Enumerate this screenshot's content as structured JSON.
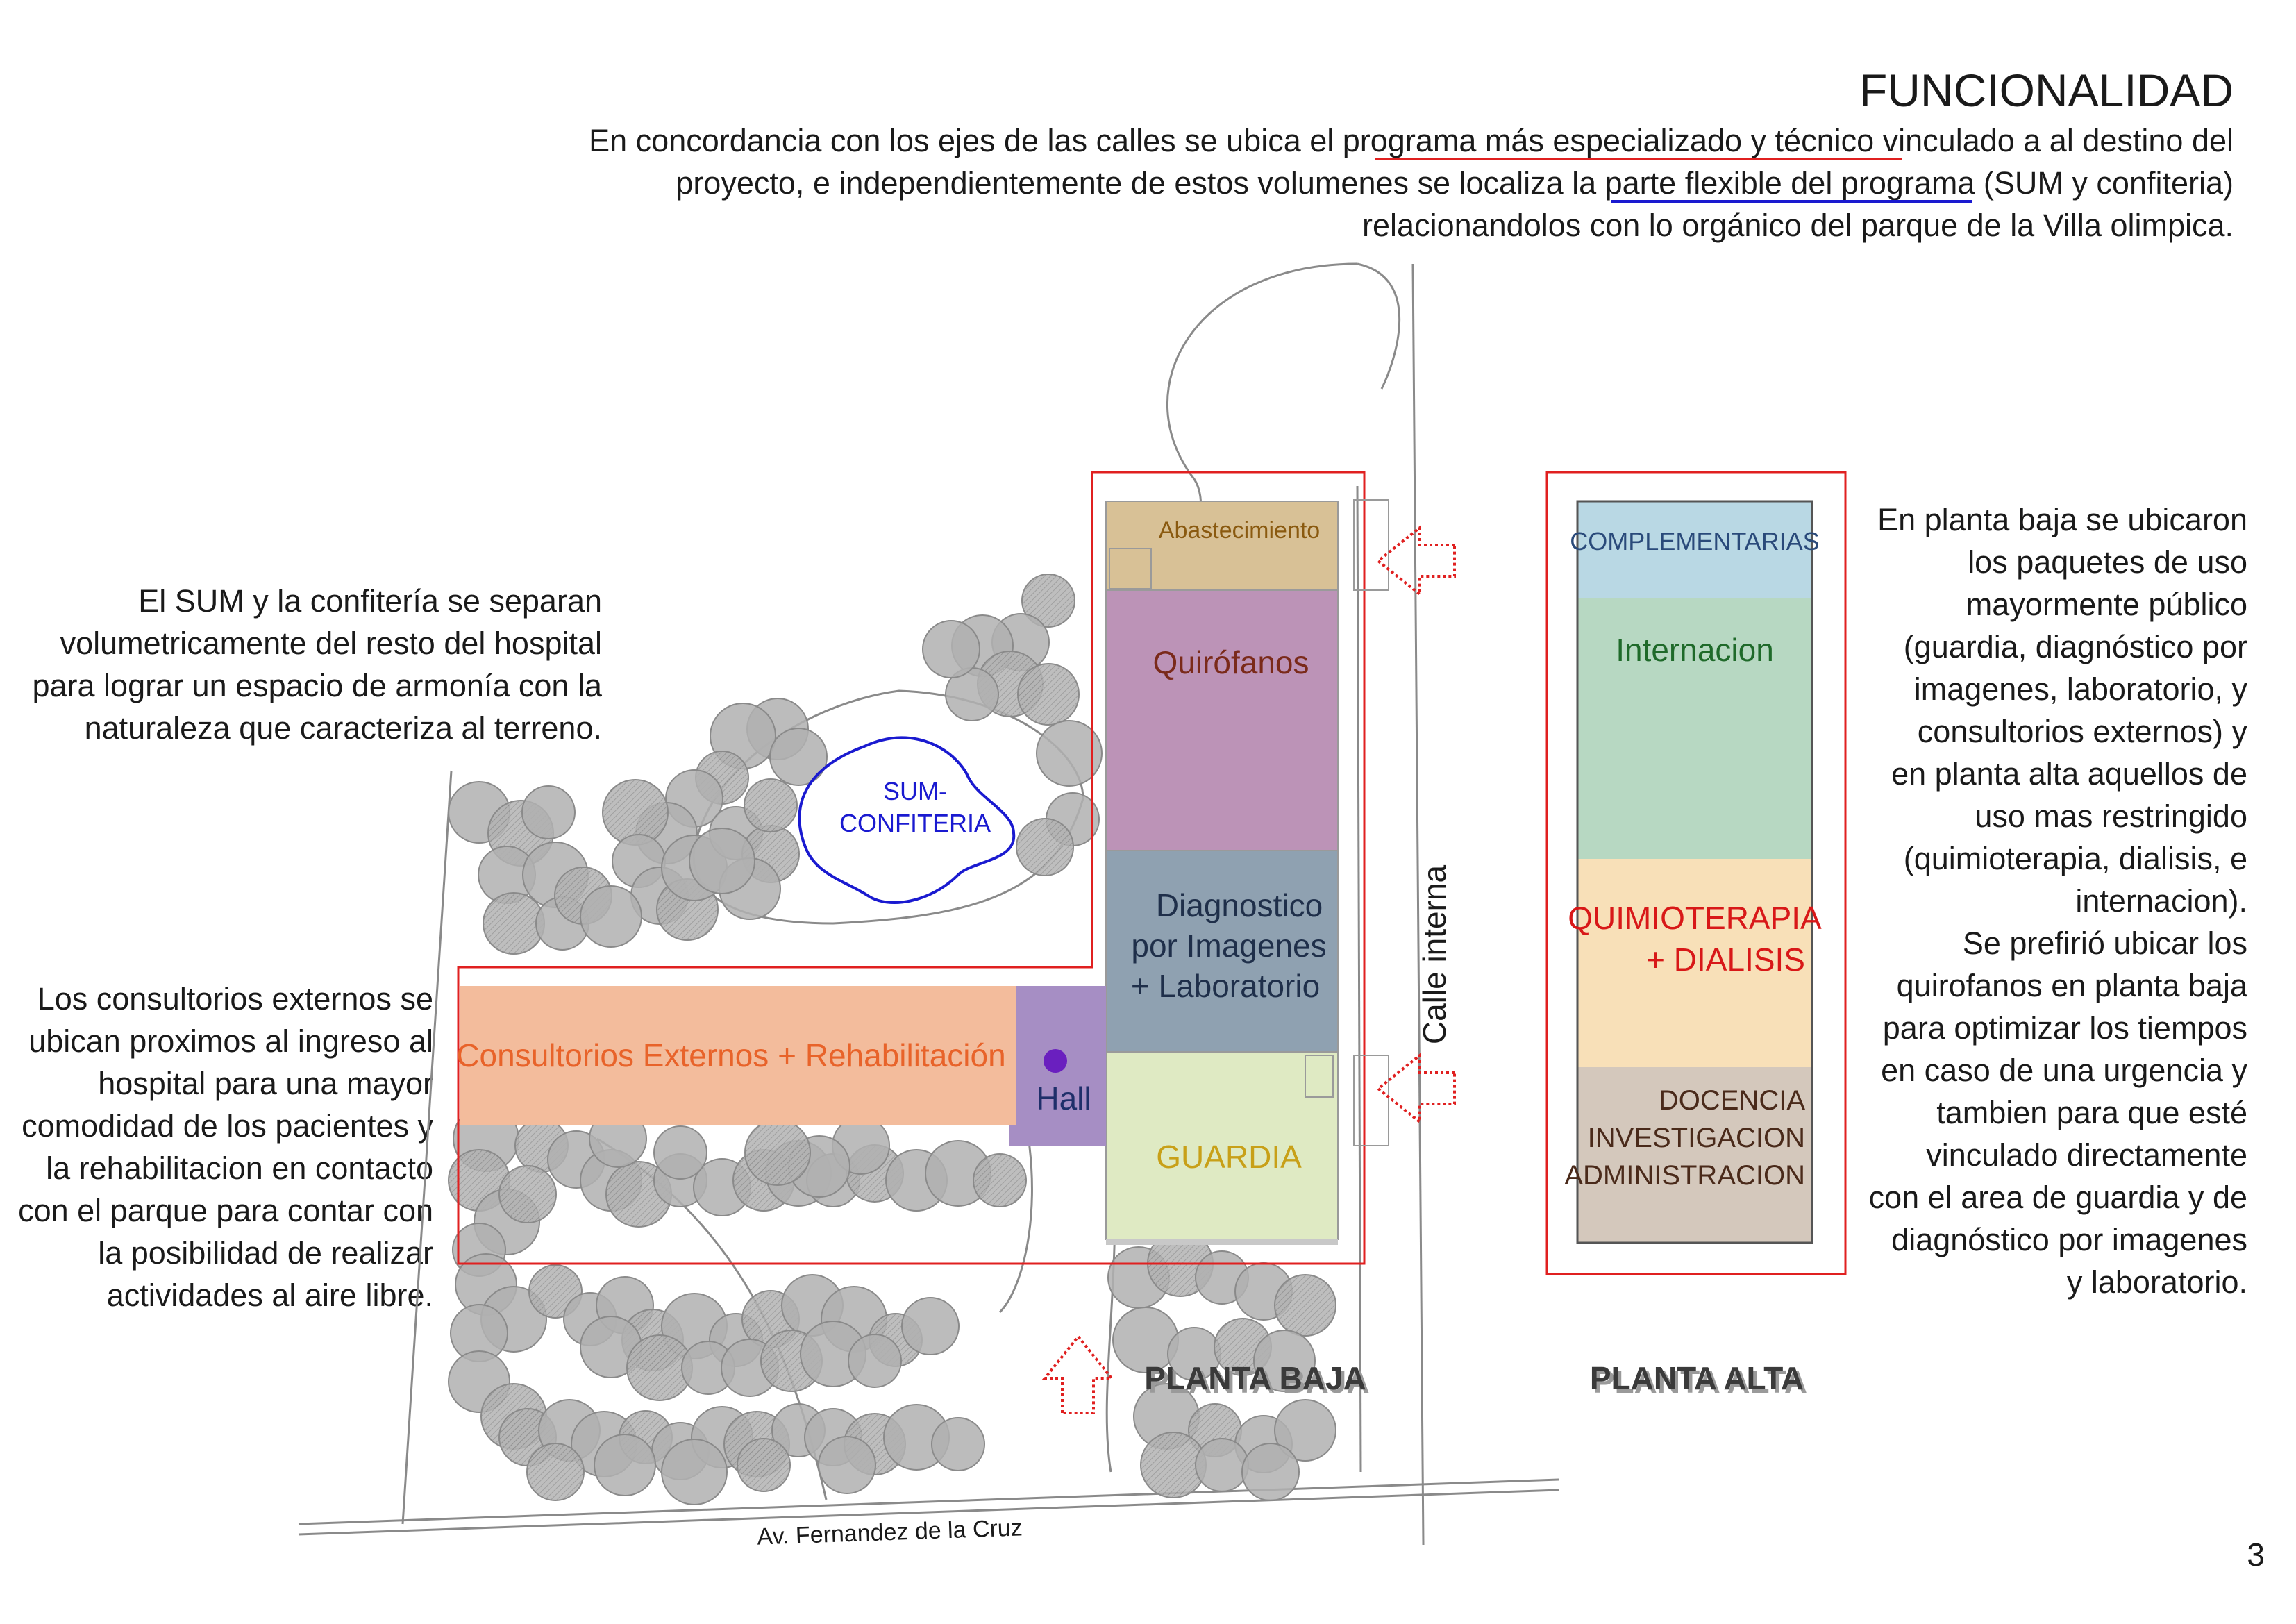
{
  "header": {
    "title": "FUNCIONALIDAD",
    "intro_lines": [
      "En concordancia con los ejes de las calles se ubica el programa más  especializado y técnico vinculado a al destino del",
      "proyecto, e independientemente de estos volumenes  se localiza la parte flexible del programa (SUM y confiteria)",
      "relacionandolos con lo orgánico del parque de la Villa olimpica."
    ]
  },
  "left_notes": {
    "sum_note": [
      "El SUM y la confitería se separan",
      "volumetricamente del resto del hospital",
      "para lograr un espacio de armonía con la",
      "naturaleza que caracteriza al terreno."
    ],
    "consultorios_note": [
      "Los consultorios externos se",
      "ubican proximos al ingreso al",
      "hospital  para una mayor",
      "comodidad de los pacientes y",
      "la rehabilitacion en contacto",
      "con el parque para contar con",
      "la posibilidad de realizar",
      "actividades al aire libre."
    ]
  },
  "right_note": [
    "En planta baja se ubicaron",
    "los paquetes de uso",
    "mayormente público",
    "(guardia, diagnóstico por",
    "imagenes, laboratorio, y",
    "consultorios externos)  y",
    "en planta alta aquellos de",
    "uso mas restringido",
    "(quimioterapia, dialisis, e",
    "internacion).",
    "Se prefirió ubicar los",
    "quirofanos en planta baja",
    "para optimizar los tiempos",
    "en caso de una urgencia y",
    "tambien para que esté",
    "vinculado directamente",
    "con el area de guardia y de",
    "diagnóstico por imagenes",
    "y laboratorio."
  ],
  "planta_baja": {
    "label": "PLANTA BAJA",
    "abastecimiento": "Abastecimiento",
    "quirofanos": "Quirófanos",
    "diagnostico": [
      "Diagnostico",
      "por Imagenes",
      "+ Laboratorio"
    ],
    "consultorios": "Consultorios Externos + Rehabilitación",
    "hall": "Hall",
    "guardia": "GUARDIA",
    "sum": [
      "SUM-",
      "CONFITERIA"
    ]
  },
  "planta_alta": {
    "label": "PLANTA ALTA",
    "complementarias": "COMPLEMENTARIAS",
    "internacion": "Internacion",
    "quimioterapia": [
      "QUIMIOTERAPIA",
      "+ DIALISIS"
    ],
    "docencia": [
      "DOCENCIA",
      "INVESTIGACION",
      "ADMINISTRACION"
    ]
  },
  "streets": {
    "avenue": "Av. Fernandez de la Cruz",
    "internal": "Calle interna"
  },
  "page_number": "3",
  "colors": {
    "abastecimiento": "#d8c196",
    "quirofanos": "#bc93b7",
    "diagnostico": "#8fa1b1",
    "consultorios": "#f3bc9c",
    "hall": "#a68ec4",
    "guardia": "#dfeac3",
    "complementarias": "#b9d8e4",
    "internacion": "#b7d8c2",
    "quimioterapia": "#f8e0b8",
    "docencia": "#d4c8bc",
    "outline_red": "#e02020",
    "sum_blue": "#1a1ad0"
  }
}
